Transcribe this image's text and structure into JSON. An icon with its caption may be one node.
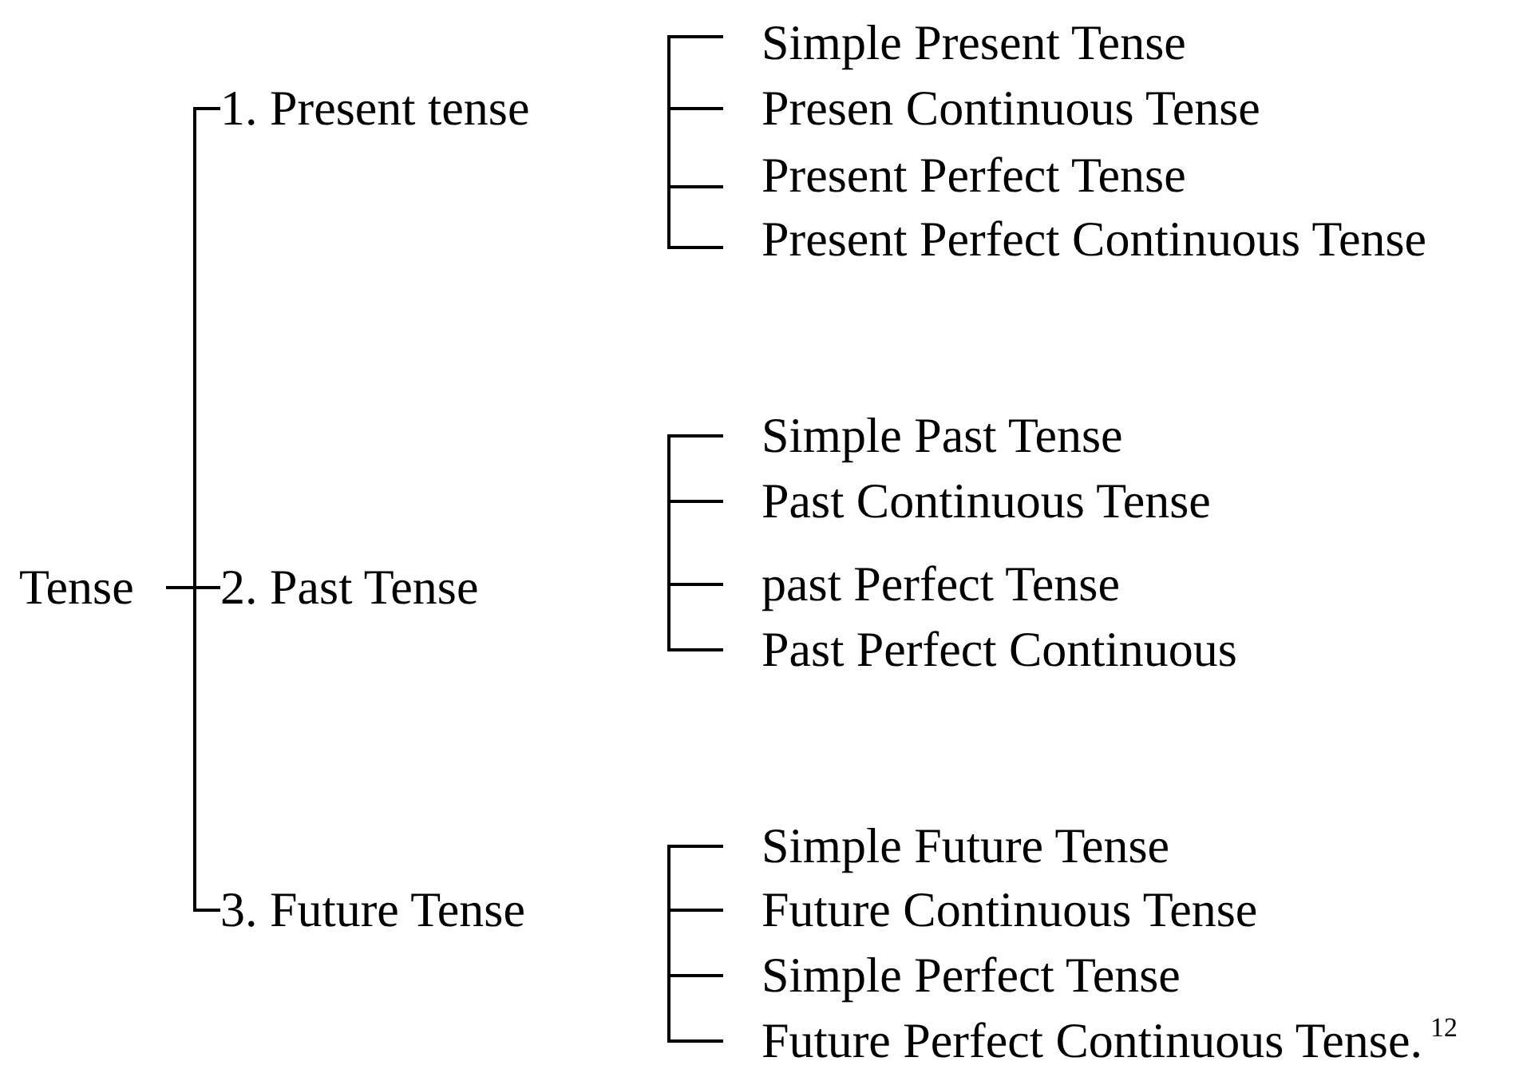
{
  "diagram": {
    "nodes": [
      {
        "text": [
          "Tense"
        ]
      },
      {
        "text": [
          "1.  Present tense"
        ]
      },
      {
        "text": [
          "2.  Past Tense"
        ]
      },
      {
        "text": [
          "3. Future Tense"
        ]
      },
      {
        "text": [
          "Simple Present Tense"
        ]
      },
      {
        "text": [
          "Presen Continuous Tense"
        ]
      },
      {
        "text": [
          "Present Perfect Tense"
        ]
      },
      {
        "text": [
          "Present Perfect Continuous Tense"
        ]
      },
      {
        "text": [
          "Simple Past Tense"
        ]
      },
      {
        "text": [
          "Past Continuous Tense"
        ]
      },
      {
        "text": [
          "past Perfect Tense"
        ]
      },
      {
        "text": [
          "Past Perfect Continuous"
        ]
      },
      {
        "text": [
          "Simple Future Tense"
        ]
      },
      {
        "text": [
          "Future Continuous Tense"
        ]
      },
      {
        "text": [
          "Simple Perfect Tense"
        ]
      },
      {
        "text": [
          "Future Perfect Continuous Tense.$^{12}$"
        ]
      }
    ],
    "edges": [
      {
        "from": 0,
        "to": 1,
        "arrow": "none"
      },
      {
        "from": 0,
        "to": 2,
        "arrow": "none"
      },
      {
        "from": 0,
        "to": 3,
        "arrow": "none"
      },
      {
        "from": null,
        "to": 4,
        "arrow": "none"
      },
      {
        "from": null,
        "to": 5,
        "arrow": "none"
      },
      {
        "from": null,
        "to": 6,
        "arrow": "none"
      },
      {
        "from": null,
        "to": 7,
        "arrow": "none"
      },
      {
        "from": null,
        "to": 8,
        "arrow": "none"
      },
      {
        "from": null,
        "to": 9,
        "arrow": "none"
      },
      {
        "from": null,
        "to": 10,
        "arrow": "none"
      },
      {
        "from": null,
        "to": 11,
        "arrow": "none"
      },
      {
        "from": null,
        "to": 12,
        "arrow": "none"
      },
      {
        "from": null,
        "to": 13,
        "arrow": "none"
      },
      {
        "from": null,
        "to": 14,
        "arrow": "none"
      },
      {
        "from": null,
        "to": 15,
        "arrow": "none"
      }
    ]
  }
}
